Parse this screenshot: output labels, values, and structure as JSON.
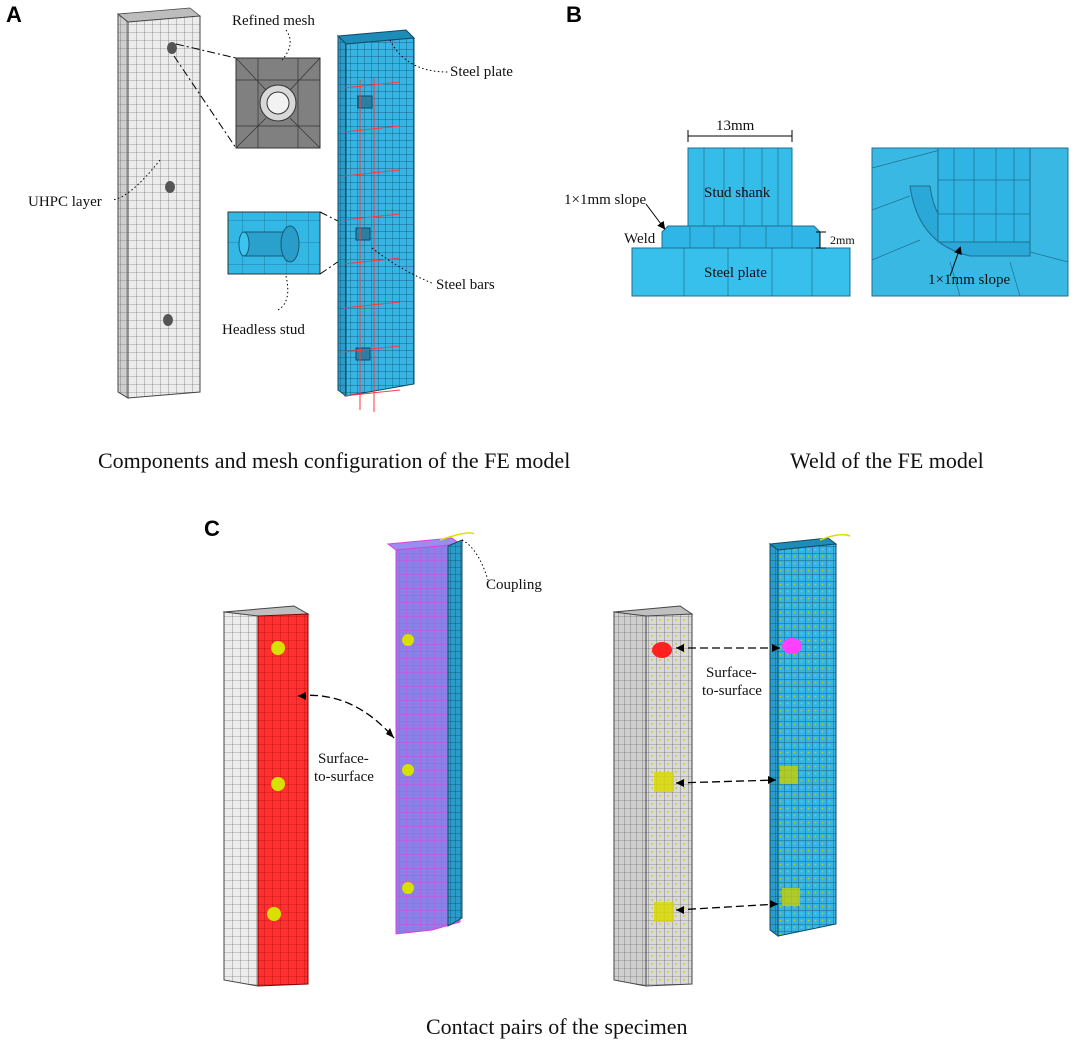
{
  "panels": {
    "a": {
      "letter": "A",
      "caption": "Components and mesh configuration of the FE model",
      "labels": {
        "refined_mesh": "Refined mesh",
        "steel_plate": "Steel plate",
        "uhpc_layer": "UHPC layer",
        "steel_bars": "Steel bars",
        "headless_stud": "Headless stud"
      }
    },
    "b": {
      "letter": "B",
      "caption": "Weld of the FE model",
      "labels": {
        "diameter": "13mm",
        "stud_shank": "Stud shank",
        "slope_left": "1×1mm slope",
        "weld": "Weld",
        "weld_height": "2mm",
        "steel_plate": "Steel plate",
        "slope_right": "1×1mm slope"
      }
    },
    "c": {
      "letter": "C",
      "caption": "Contact pairs of the specimen",
      "labels": {
        "coupling": "Coupling",
        "surface_left_1": "Surface-",
        "surface_left_2": "to-surface",
        "surface_right_1": "Surface-",
        "surface_right_2": "to-surface"
      }
    }
  },
  "colors": {
    "uhpc_gray": "#e6e6e6",
    "steel_cyan": "#33b5e5",
    "mesh_line": "#1f5f7a",
    "contact_red": "#ff2a2a",
    "contact_magenta": "#e84ae8",
    "contact_purple": "#8a7be8",
    "node_yellow": "#d8e000"
  }
}
